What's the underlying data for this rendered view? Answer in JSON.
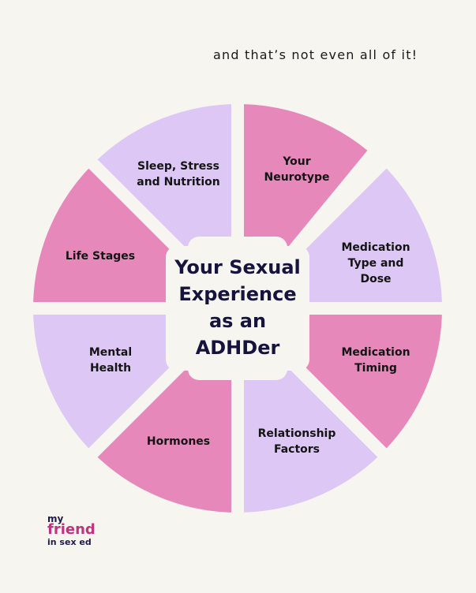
{
  "tagline": "and that’s not even all of it!",
  "center_title": "Your Sexual\nExperience\nas an\nADHDer",
  "colors": {
    "background": "#f6f5f0",
    "pink": "#e689ba",
    "lavender": "#ddc7f5",
    "title": "#16133d",
    "logo_pink": "#c2337e",
    "logo_navy": "#1e1b4b"
  },
  "sectors": [
    {
      "label": "Your\nNeurotype",
      "color": "pink"
    },
    {
      "label": "Medication\nType and\nDose",
      "color": "lavender"
    },
    {
      "label": "Medication\nTiming",
      "color": "pink"
    },
    {
      "label": "Relationship\nFactors",
      "color": "lavender"
    },
    {
      "label": "Hormones",
      "color": "pink"
    },
    {
      "label": "Mental\nHealth",
      "color": "lavender"
    },
    {
      "label": "Life Stages",
      "color": "pink"
    },
    {
      "label": "Sleep, Stress\nand Nutrition",
      "color": "lavender"
    }
  ],
  "logo": {
    "line1": "my",
    "line2": "friend",
    "line3": "in sex ed"
  }
}
